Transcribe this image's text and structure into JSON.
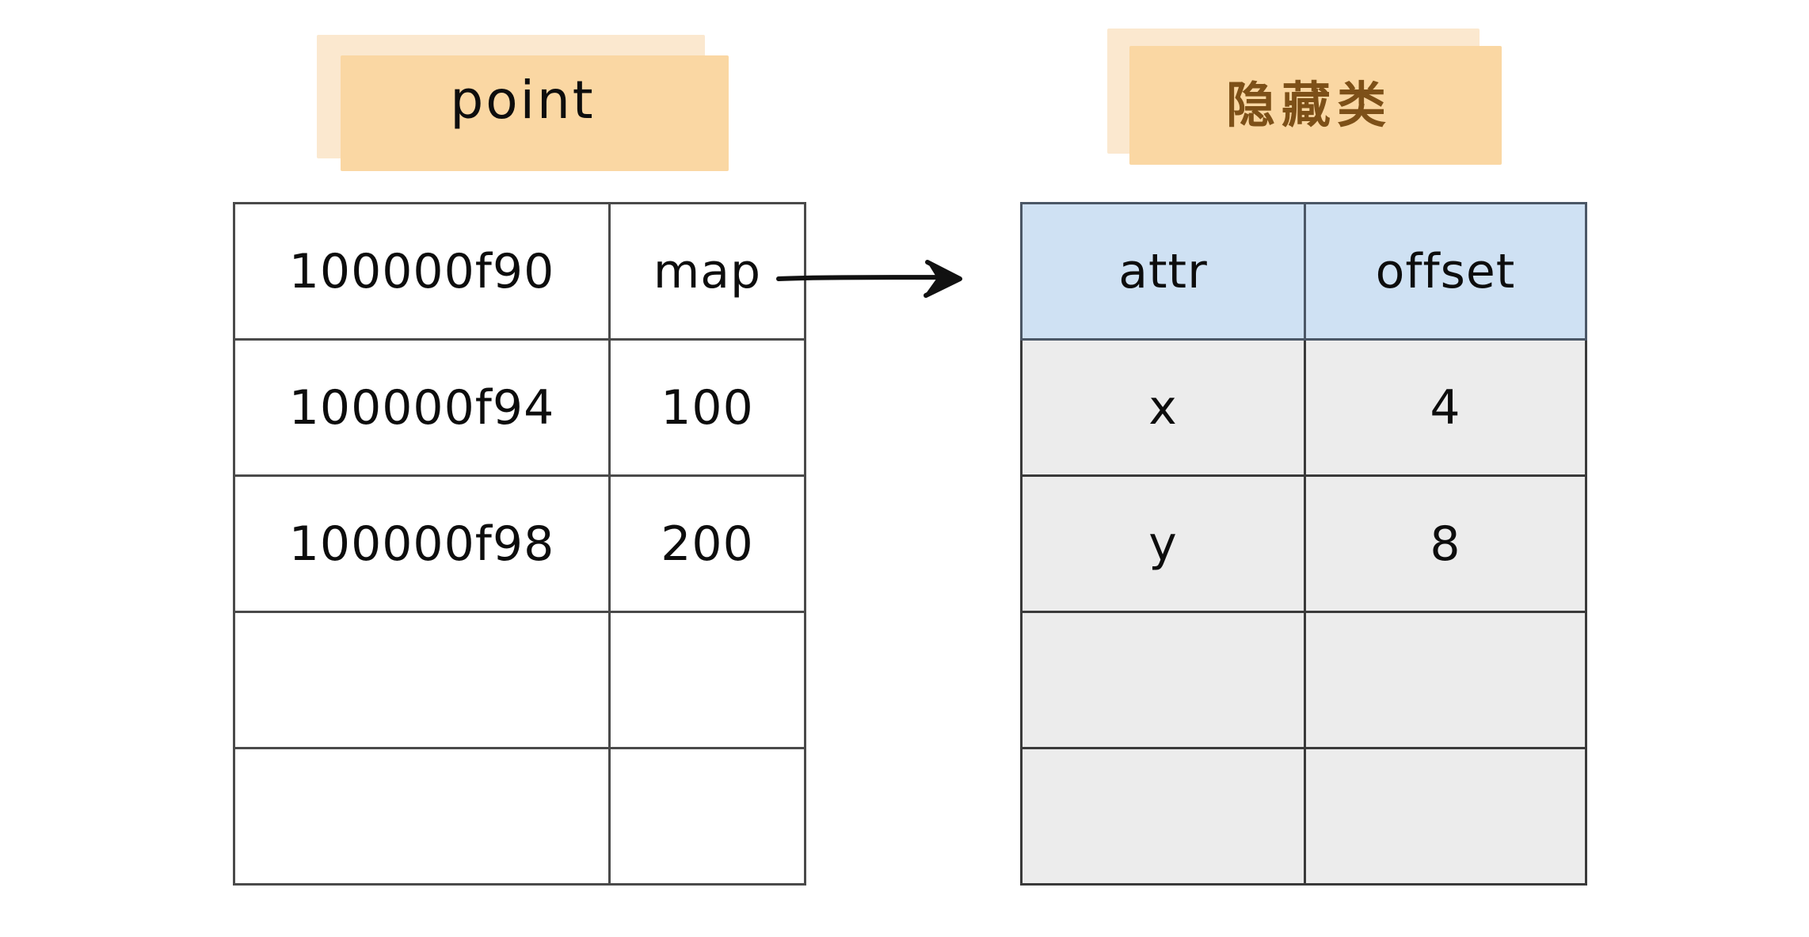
{
  "diagram": {
    "title_left": "point",
    "title_right": "隐藏类",
    "colors": {
      "highlight_back": "#fbe8cf",
      "highlight_front": "#fad7a3",
      "header_blue": "#cfe1f3",
      "row_gray": "#ececec",
      "cell_white": "#ffffff",
      "border": "#3c3c3c",
      "text_dark": "#0d0d0d",
      "text_brown": "#7d5018"
    },
    "object_table": {
      "name": "point",
      "rows": [
        {
          "address": "100000f90",
          "value": "map"
        },
        {
          "address": "100000f94",
          "value": "100"
        },
        {
          "address": "100000f98",
          "value": "200"
        },
        {
          "address": "",
          "value": ""
        },
        {
          "address": "",
          "value": ""
        }
      ]
    },
    "hidden_class_table": {
      "name": "隐藏类",
      "headers": {
        "attr": "attr",
        "offset": "offset"
      },
      "rows": [
        {
          "attr": "x",
          "offset": "4"
        },
        {
          "attr": "y",
          "offset": "8"
        },
        {
          "attr": "",
          "offset": ""
        },
        {
          "attr": "",
          "offset": ""
        }
      ]
    },
    "arrow": {
      "name": "map-to-hidden-class-pointer",
      "from": "map",
      "to": "attr"
    }
  }
}
